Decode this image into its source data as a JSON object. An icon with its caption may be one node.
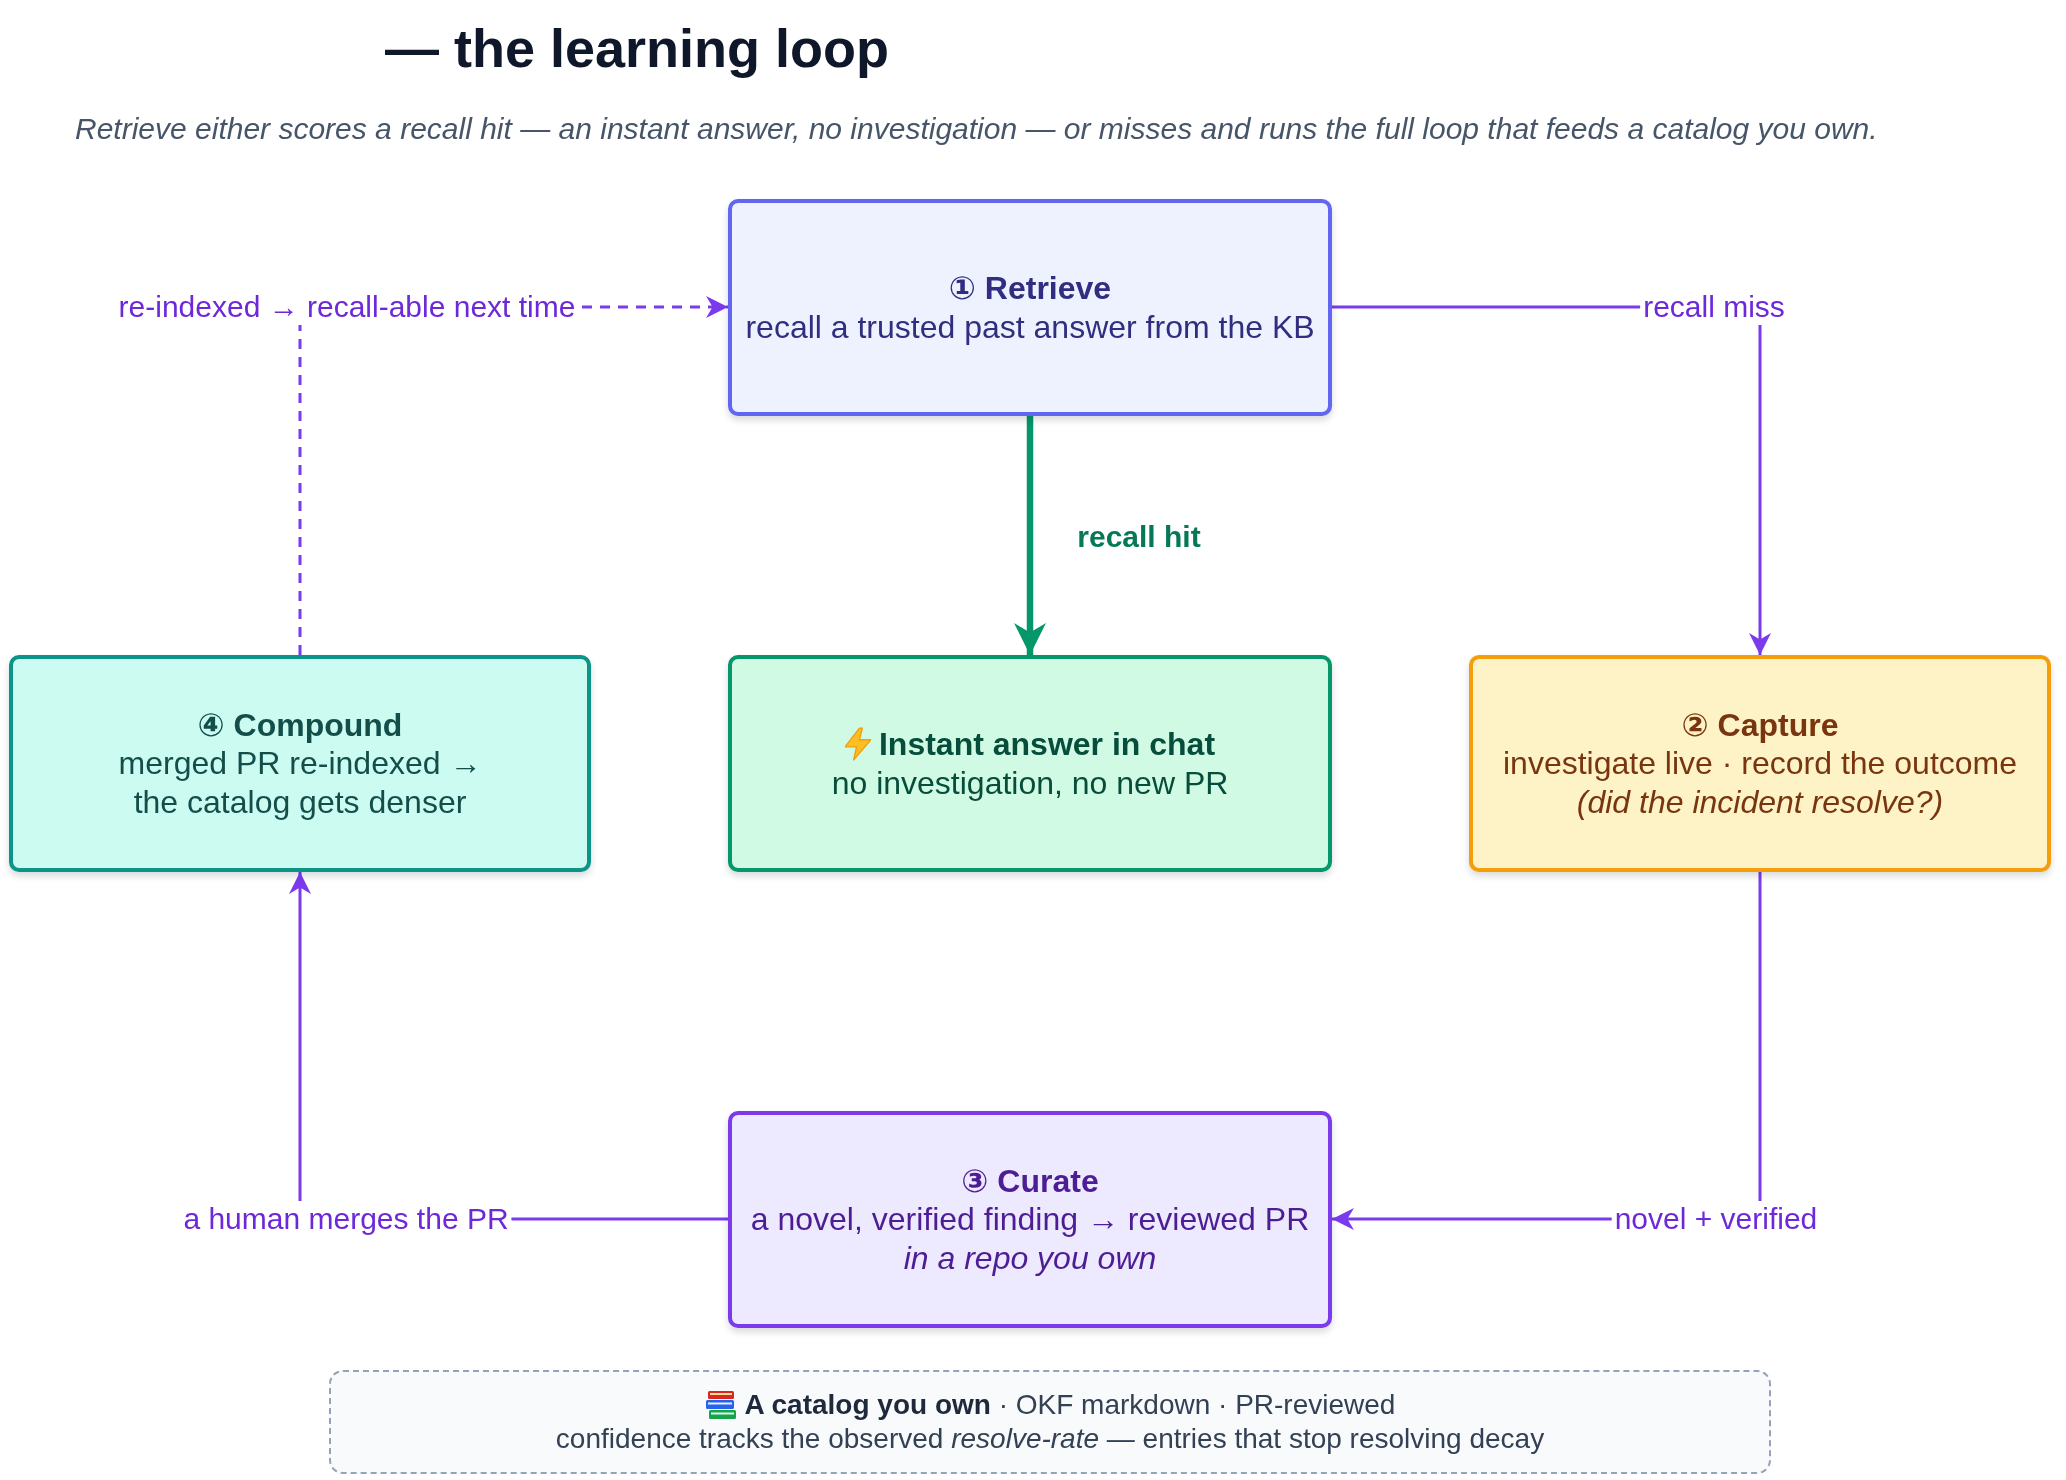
{
  "diagram": {
    "title": "— the learning loop",
    "caption": "Retrieve either scores a recall hit — an instant answer, no investigation — or misses and runs the full loop that feeds a catalog you own.",
    "nodes": [
      {
        "text": [
          "① Retrieve",
          "recall a trusted past answer from the KB"
        ]
      },
      {
        "text": [
          "④ Compound",
          "merged PR re-indexed → the catalog gets denser"
        ]
      },
      {
        "text": [
          "Instant answer in chat",
          "no investigation, no new PR"
        ]
      },
      {
        "text": [
          "② Capture",
          "investigate live · record the outcome",
          "(did the incident resolve?)"
        ]
      },
      {
        "text": [
          "③ Curate",
          "a novel, verified finding → reviewed PR",
          "in a repo you own"
        ]
      },
      {
        "text": [
          "**A catalog you own** · OKF markdown · PR-reviewed",
          "confidence tracks the observed *resolve-rate* — entries that stop resolving decay"
        ]
      }
    ],
    "edges": [
      {
        "from": 0,
        "to": 2,
        "arrow": "to",
        "label": "recall hit",
        "style": "thick",
        "color": "#059669"
      },
      {
        "from": 0,
        "to": 3,
        "arrow": "to",
        "label": "recall miss"
      },
      {
        "from": 3,
        "to": 4,
        "arrow": "to",
        "label": "novel + verified"
      },
      {
        "from": 4,
        "to": 1,
        "arrow": "to",
        "label": "a human merges the PR"
      },
      {
        "from": 1,
        "to": 0,
        "arrow": "to",
        "label": "re-indexed → recall-able next time",
        "style": "dashed"
      }
    ]
  }
}
